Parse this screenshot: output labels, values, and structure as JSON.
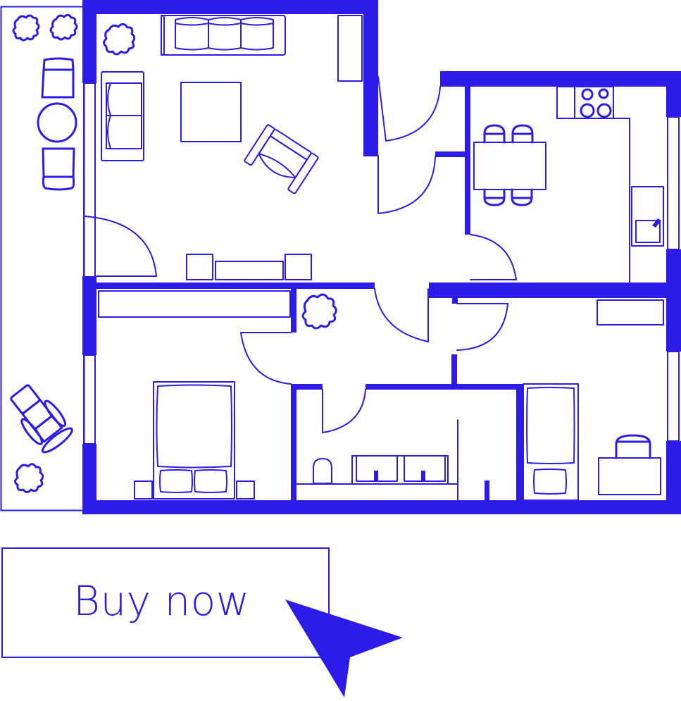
{
  "cta": {
    "label": "Buy now",
    "border_color": "#2d1be8",
    "text_color": "#2d1be8"
  },
  "cursor": {
    "type": "arrow-pointer",
    "color": "#2d1be8"
  },
  "floor_plan": {
    "accent_color": "#2d1be8",
    "background": "#ffffff",
    "rooms": [
      {
        "name": "balcony",
        "furniture": [
          "plant",
          "plant",
          "chair",
          "round-table",
          "chair",
          "lounge-chair",
          "plant"
        ]
      },
      {
        "name": "living-room",
        "furniture": [
          "plant",
          "sofa-3-seat",
          "sofa-2-seat",
          "coffee-table",
          "armchair",
          "cabinet",
          "tv-stand"
        ]
      },
      {
        "name": "hallway",
        "furniture": [
          "plant"
        ]
      },
      {
        "name": "kitchen",
        "furniture": [
          "stove",
          "counter",
          "dining-table",
          "chair",
          "chair",
          "chair",
          "chair",
          "sink"
        ]
      },
      {
        "name": "bedroom",
        "furniture": [
          "wardrobe",
          "double-bed",
          "nightstand",
          "nightstand"
        ]
      },
      {
        "name": "bathroom",
        "furniture": [
          "toilet",
          "double-sink",
          "shower"
        ]
      },
      {
        "name": "kids-room",
        "furniture": [
          "shelf",
          "single-bed",
          "desk",
          "desk-chair"
        ]
      }
    ]
  }
}
